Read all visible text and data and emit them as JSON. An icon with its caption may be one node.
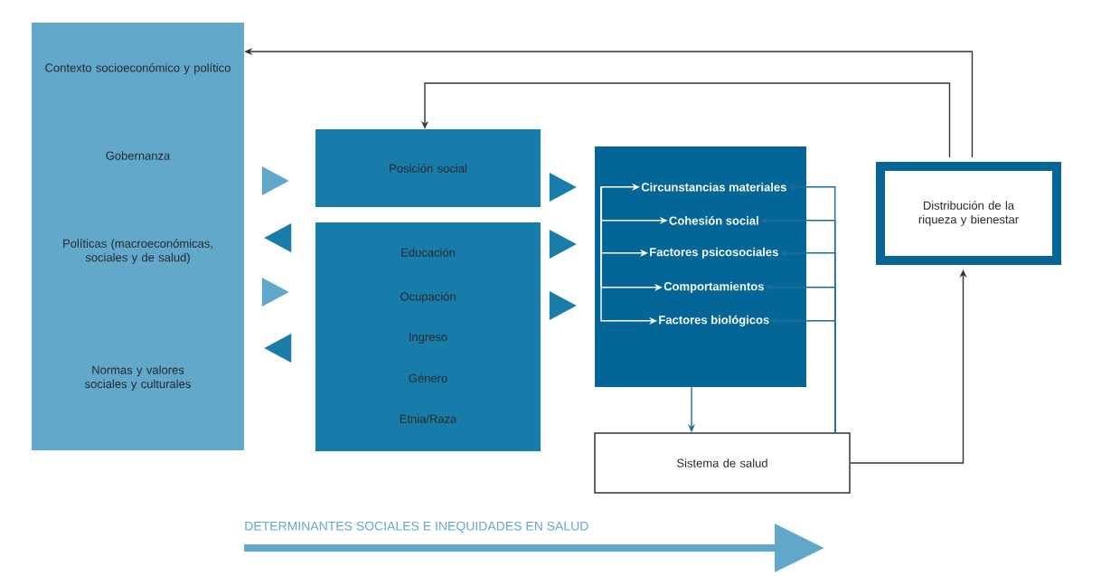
{
  "diagram": {
    "nodes": [
      {
        "text": [
          "Contexto socioeconómico y político",
          "Gobernanza",
          "Políticas (macroeconómicas, sociales y de salud)",
          "Normas y valores sociales y culturales"
        ]
      },
      {
        "text": [
          "Posición social"
        ]
      },
      {
        "text": [
          "Educación",
          "Ocupación",
          "Ingreso",
          "Género",
          "Etnia/Raza"
        ]
      },
      {
        "text": [],
        "shape": "box"
      },
      {
        "text": [
          "Circunstancias materiales"
        ],
        "in": 3
      },
      {
        "text": [
          "Cohesión social"
        ],
        "in": 3
      },
      {
        "text": [
          "Factores psicosociales"
        ],
        "in": 3
      },
      {
        "text": [
          "Comportamientos"
        ],
        "in": 3
      },
      {
        "text": [
          "Factores biológicos"
        ],
        "in": 3
      },
      {
        "text": [
          "Distribución de la riqueza y bienestar"
        ]
      },
      {
        "text": [
          "Sistema de salud"
        ]
      }
    ],
    "edges": [
      {
        "from": 9,
        "to": 0,
        "arrow": "to",
        "color": "#333333"
      },
      {
        "from": 9,
        "to": 1,
        "arrow": "to",
        "color": "#333333"
      },
      {
        "from": 0,
        "to": 1,
        "arrow": "to",
        "color": "#62a8cb"
      },
      {
        "from": 2,
        "to": 0,
        "arrow": "to",
        "color": "#1a7ca8"
      },
      {
        "from": 0,
        "to": 2,
        "arrow": "to",
        "color": "#62a8cb"
      },
      {
        "from": 2,
        "to": 0,
        "arrow": "to",
        "color": "#1a7ca8"
      },
      {
        "from": 1,
        "to": 3,
        "arrow": "to",
        "color": "#1a7ca8"
      },
      {
        "from": 2,
        "to": 3,
        "arrow": "to",
        "color": "#1a7ca8"
      },
      {
        "from": 2,
        "to": 3,
        "arrow": "to",
        "color": "#1a7ca8"
      },
      {
        "from": null,
        "to": 4,
        "arrow": "to",
        "color": "#ffffff"
      },
      {
        "from": null,
        "to": 5,
        "arrow": "to",
        "color": "#ffffff"
      },
      {
        "from": null,
        "to": 6,
        "arrow": "to",
        "color": "#ffffff"
      },
      {
        "from": null,
        "to": 7,
        "arrow": "to",
        "color": "#ffffff"
      },
      {
        "from": null,
        "to": 8,
        "arrow": "to",
        "color": "#ffffff"
      },
      {
        "from": 10,
        "to": 4,
        "arrow": "to",
        "color": "#1a6e9a"
      },
      {
        "from": 10,
        "to": 5,
        "arrow": "to",
        "color": "#1a6e9a"
      },
      {
        "from": 10,
        "to": 6,
        "arrow": "to",
        "color": "#1a6e9a"
      },
      {
        "from": 10,
        "to": 7,
        "arrow": "to",
        "color": "#1a6e9a"
      },
      {
        "from": 10,
        "to": 8,
        "arrow": "to",
        "color": "#1a6e9a"
      },
      {
        "from": 3,
        "to": 10,
        "arrow": "to",
        "color": "#1a6e9a"
      },
      {
        "from": 10,
        "to": 9,
        "arrow": "to",
        "color": "#333333"
      }
    ],
    "labels": [
      "DETERMINANTES SOCIALES E INEQUIDADES EN SALUD"
    ]
  }
}
